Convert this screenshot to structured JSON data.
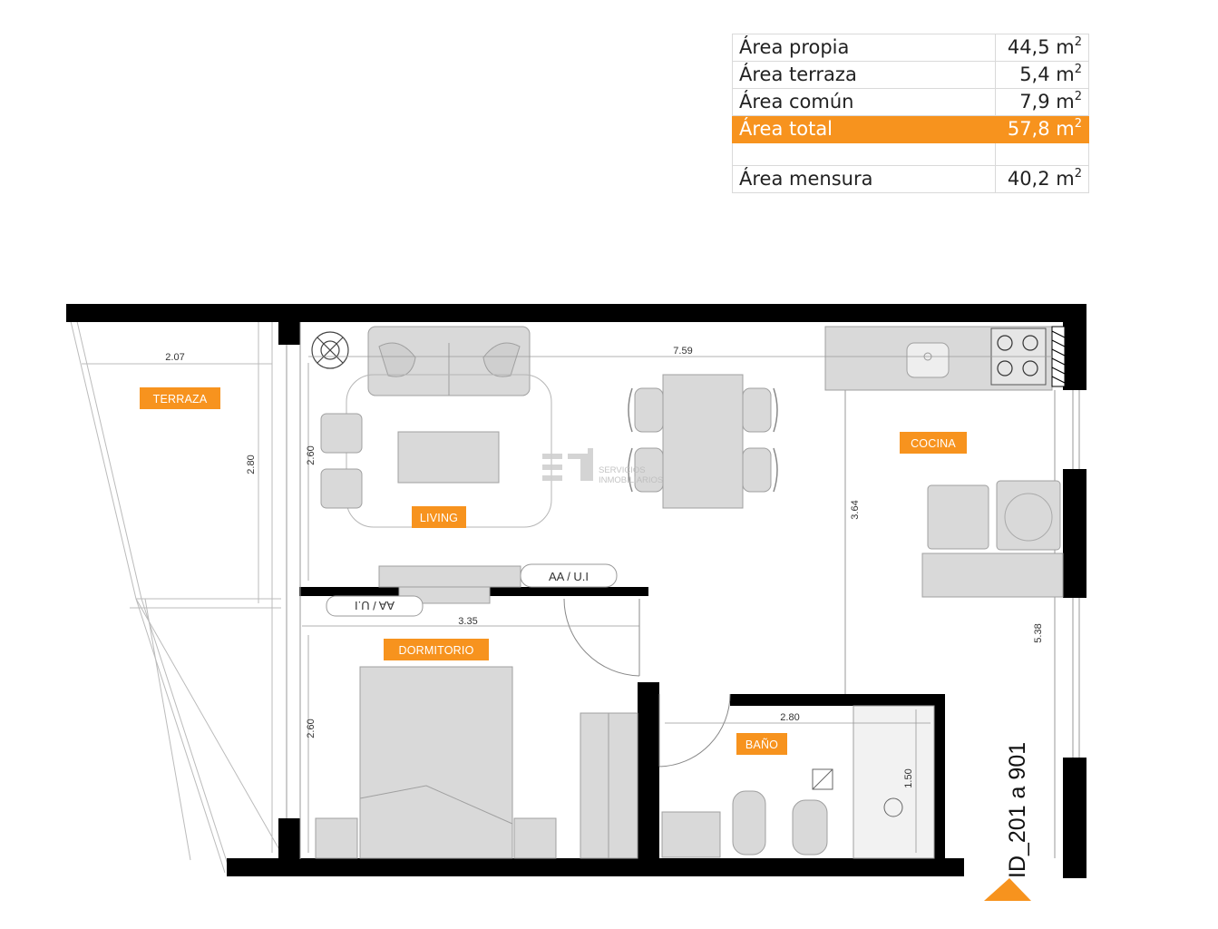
{
  "areas": {
    "rows": [
      {
        "label": "Área propia",
        "value": "44,5 m",
        "unit_exp": "2"
      },
      {
        "label": "Área terraza",
        "value": "5,4 m",
        "unit_exp": "2"
      },
      {
        "label": "Área común",
        "value": "7,9 m",
        "unit_exp": "2"
      },
      {
        "label": "Área total",
        "value": "57,8 m",
        "unit_exp": "2"
      }
    ],
    "mensura": {
      "label": "Área mensura",
      "value": "40,2 m",
      "unit_exp": "2"
    }
  },
  "rooms": {
    "terraza": "TERRAZA",
    "living": "LIVING",
    "cocina": "COCINA",
    "dormitorio": "DORMITORIO",
    "bano": "BAÑO"
  },
  "dimensions": {
    "terraza_width": "2.07",
    "terraza_depth": "2.80",
    "living_width": "7.59",
    "living_depth": "2.60",
    "cocina_depth": "3.64",
    "total_depth": "5.38",
    "dormitorio_width": "3.35",
    "dormitorio_depth": "2.60",
    "bano_width": "2.80",
    "bano_depth": "1.50"
  },
  "labels": {
    "aa_living": "AA / U.I",
    "aa_dormitorio": "AA / U.I",
    "unit_id": "ID_201 a 901",
    "logo_line1": "SERVICIOS",
    "logo_line2": "INMOBILIARIOS"
  },
  "colors": {
    "accent": "#f7931e",
    "wall": "#000000",
    "furniture": "#d9d9d9"
  }
}
